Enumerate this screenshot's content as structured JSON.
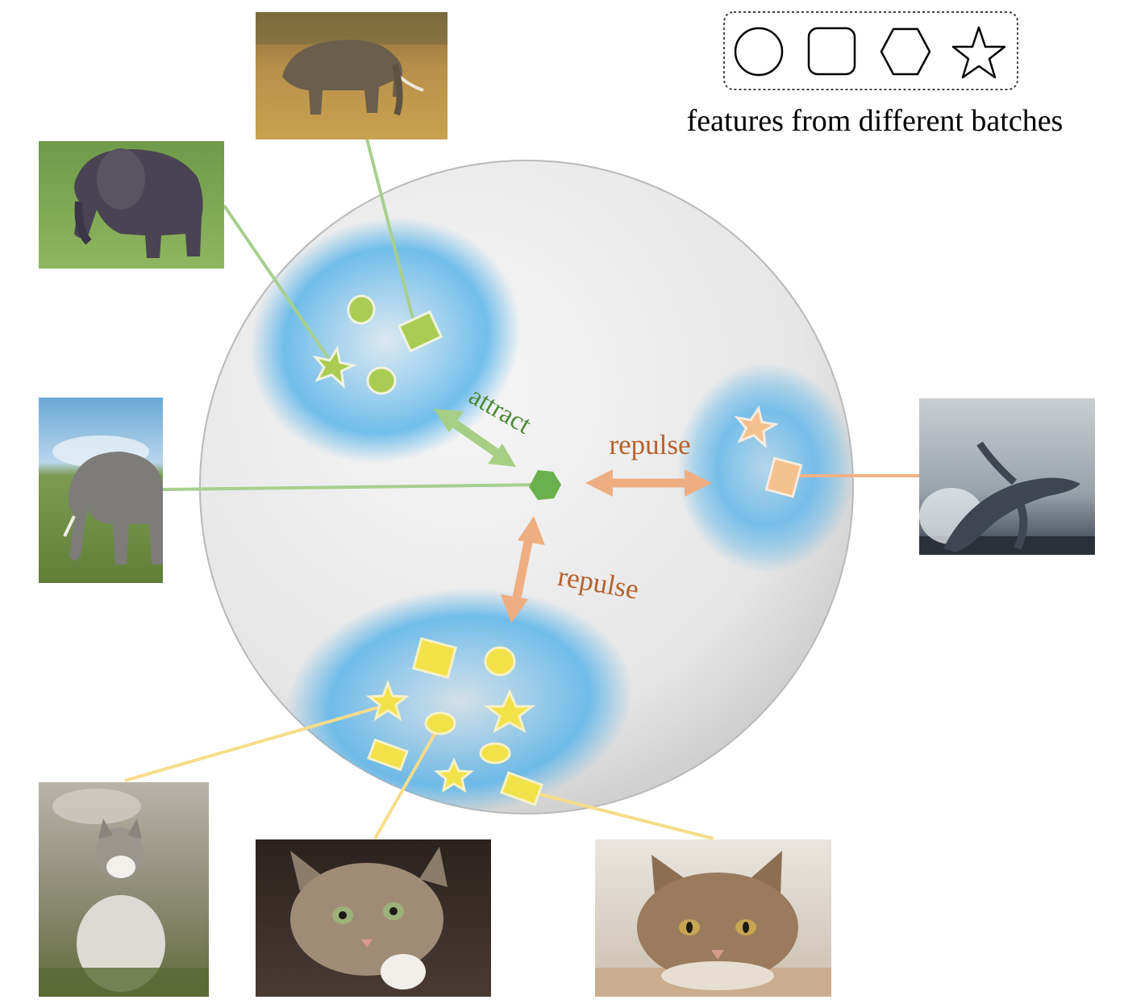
{
  "legend": {
    "caption": "features from different batches",
    "shapes": [
      {
        "name": "circle",
        "icon": "circle-icon"
      },
      {
        "name": "rounded-square",
        "icon": "rounded-square-icon"
      },
      {
        "name": "hexagon",
        "icon": "hexagon-icon"
      },
      {
        "name": "star",
        "icon": "star-icon"
      }
    ]
  },
  "labels": {
    "attract": "attract",
    "repulse_right": "repulse",
    "repulse_bottom": "repulse"
  },
  "colors": {
    "elephant_feature": "#a9cd53",
    "elephant_line": "#a8cf8e",
    "cat_feature": "#f2e24a",
    "cat_line": "#f7dc8a",
    "whale_feature": "#f4c18e",
    "whale_line": "#f1b184",
    "attract_arrow": "#a6cf85",
    "repulse_arrow": "#efae82",
    "attract_text": "#4e8a3a",
    "repulse_text": "#b5622e",
    "anchor": "#6ab04c",
    "cluster": "#5ab4ea"
  },
  "photos": [
    {
      "icon": "elephant-photo",
      "subject": "elephant"
    },
    {
      "icon": "elephant-calf-photo",
      "subject": "elephant"
    },
    {
      "icon": "elephant-standing-photo",
      "subject": "elephant"
    },
    {
      "icon": "whale-photo",
      "subject": "whale"
    },
    {
      "icon": "cat-sitting-photo",
      "subject": "cat"
    },
    {
      "icon": "cat-tabby-photo",
      "subject": "cat"
    },
    {
      "icon": "cat-lying-photo",
      "subject": "cat"
    }
  ]
}
